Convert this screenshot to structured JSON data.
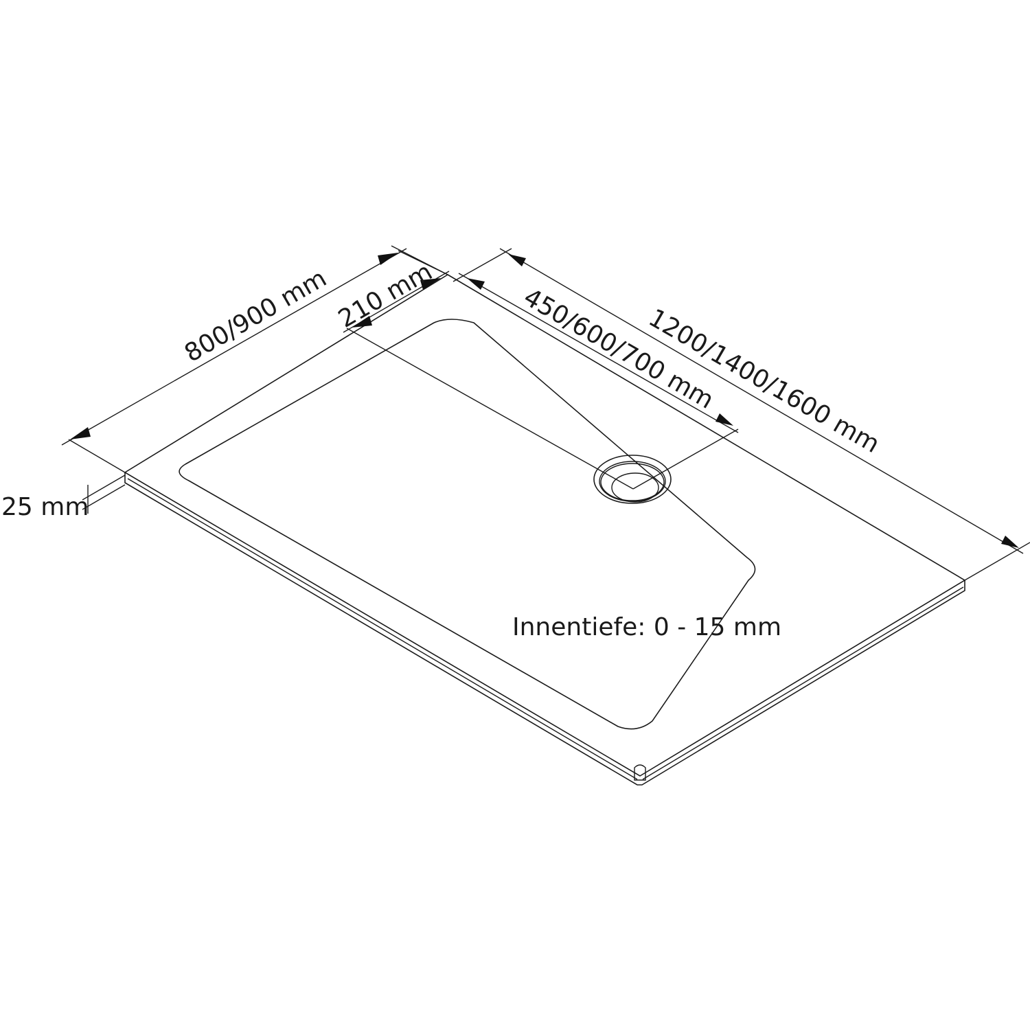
{
  "diagram": {
    "subject": "Rectangular shower tray, isometric dimension drawing",
    "colors": {
      "line": "#1a1a1a",
      "basin_fill": "#EEF6FE",
      "background": "#ffffff"
    },
    "dimensions": {
      "width": "800/900 mm",
      "drain_offset_side": "210 mm",
      "drain_offset_length": "450/600/700 mm",
      "length": "1200/1400/1600 mm",
      "height": "25 mm"
    },
    "note": "Innentiefe: 0 - 15 mm"
  }
}
